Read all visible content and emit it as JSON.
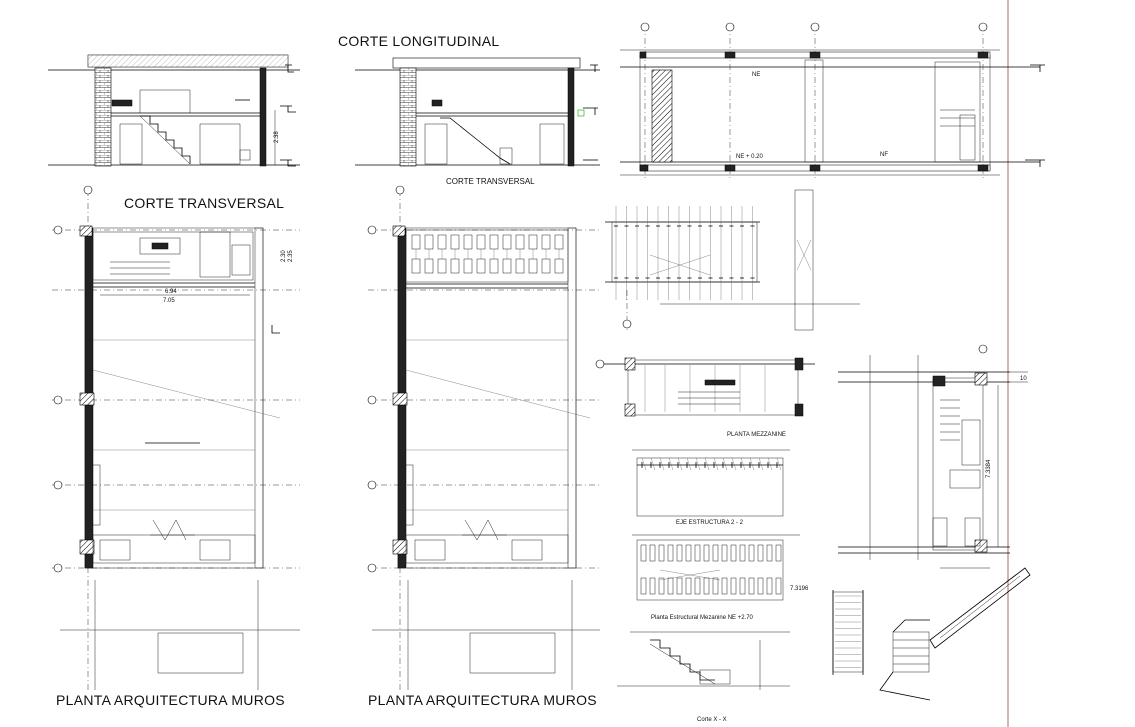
{
  "labels": {
    "corte_longitudinal": "CORTE LONGITUDINAL",
    "corte_transversal_small": "CORTE TRANSVERSAL",
    "corte_transversal_big": "CORTE TRANSVERSAL",
    "planta_muros_1": "PLANTA ARQUITECTURA MUROS",
    "planta_muros_2": "PLANTA ARQUITECTURA MUROS",
    "planta_mezzanine": "PLANTA MEZZANINE",
    "eje_estructura": "EJE ESTRUCTURA  2 - 2",
    "planta_estructural": "Planta Estructural Mezanine NE +2.70",
    "corte_xx": "Corte X - X"
  },
  "dimensions": {
    "d1": "7.05",
    "d2": "6.94",
    "d3": "2.30",
    "d4": "2.35",
    "d5": "2.38",
    "d6": "7.3384",
    "d7": "7.3196",
    "d8": "10"
  },
  "levels": {
    "ne1": "NE",
    "ne2": "NE + 0.20",
    "nf": "NF"
  }
}
